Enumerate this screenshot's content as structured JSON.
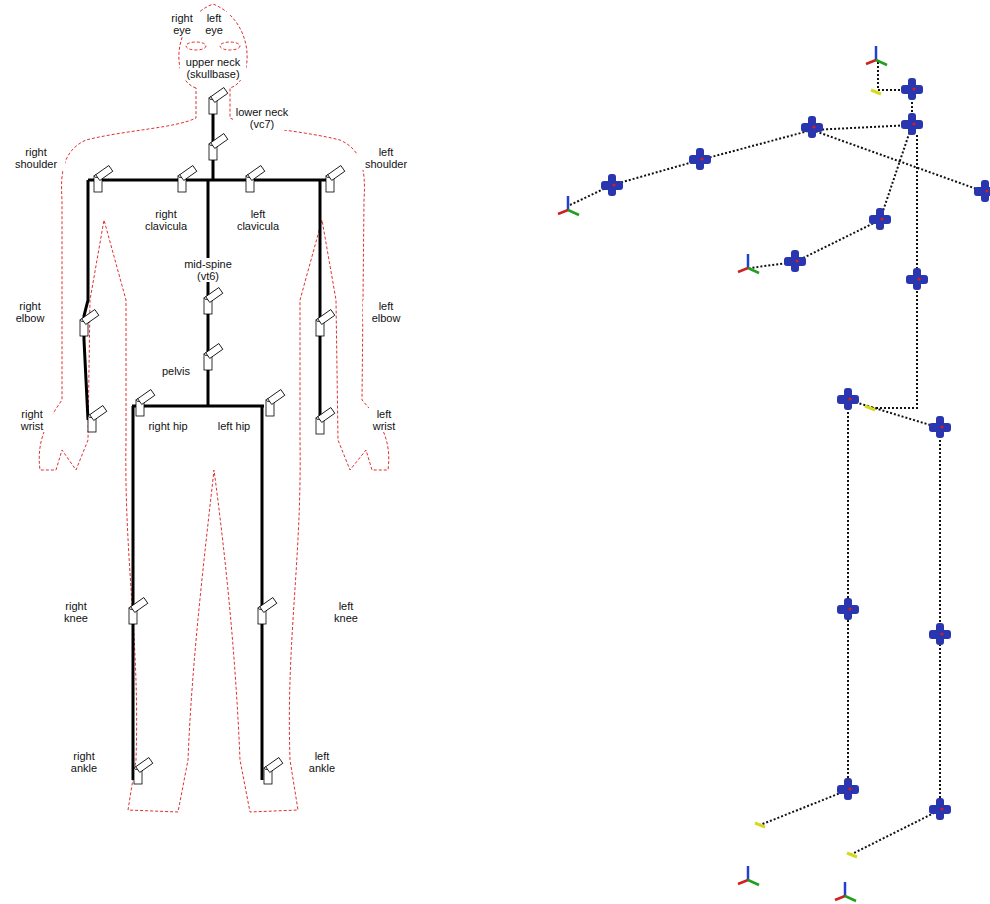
{
  "diagram": {
    "labels": [
      "right eye",
      "left eye",
      "upper neck (skullbase)",
      "lower neck (vc7)",
      "right shoulder",
      "left shoulder",
      "right clavicula",
      "left clavicula",
      "mid-spine (vt6)",
      "right elbow",
      "left elbow",
      "pelvis",
      "right wrist",
      "left wrist",
      "right hip",
      "left hip",
      "right knee",
      "left knee",
      "right ankle",
      "left ankle"
    ]
  }
}
